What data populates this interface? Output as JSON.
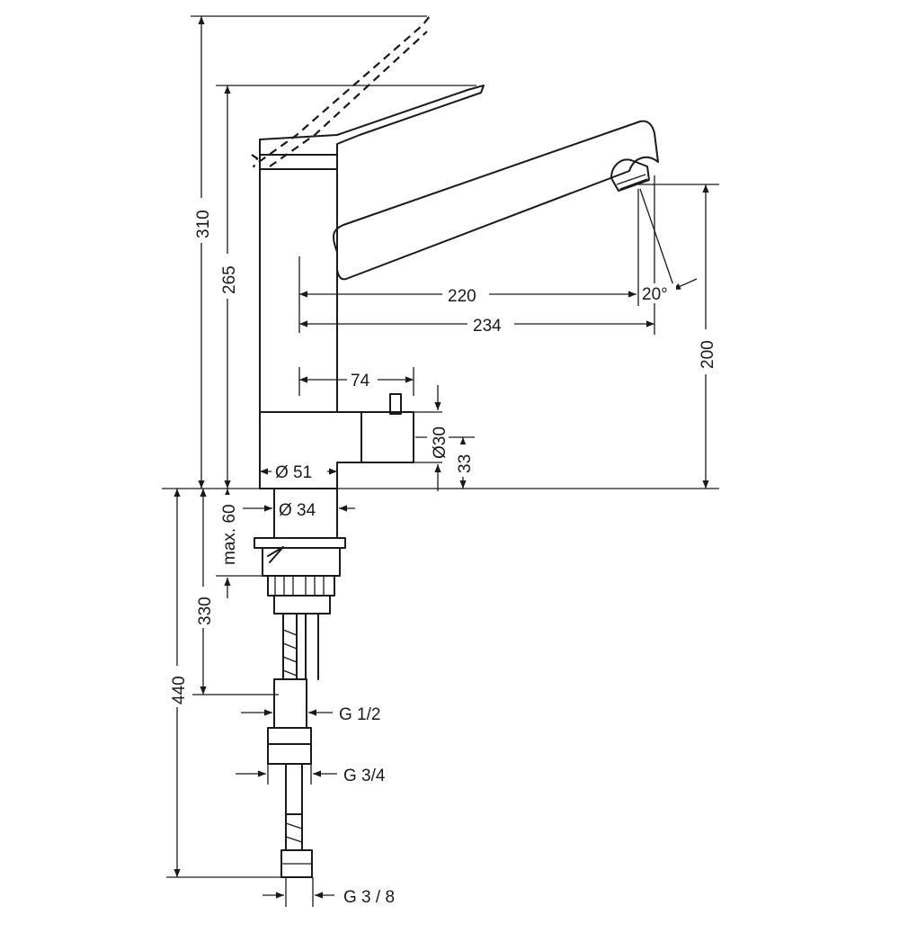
{
  "dimensions": {
    "total_height": "310",
    "spout_height": "265",
    "spout_reach": "220",
    "total_reach": "234",
    "outlet_height": "200",
    "swivel_angle": "20°",
    "connector_offset": "74",
    "connector_diameter": "Ø30",
    "connector_height": "33",
    "base_diameter": "Ø 51",
    "shank_diameter": "Ø 34",
    "max_deck_thickness": "max. 60",
    "hose_length_short": "330",
    "hose_length_long": "440"
  },
  "threads": {
    "g_half": "G 1/2",
    "g_three_quarter": "G 3/4",
    "g_three_eighth": "G 3 / 8"
  }
}
